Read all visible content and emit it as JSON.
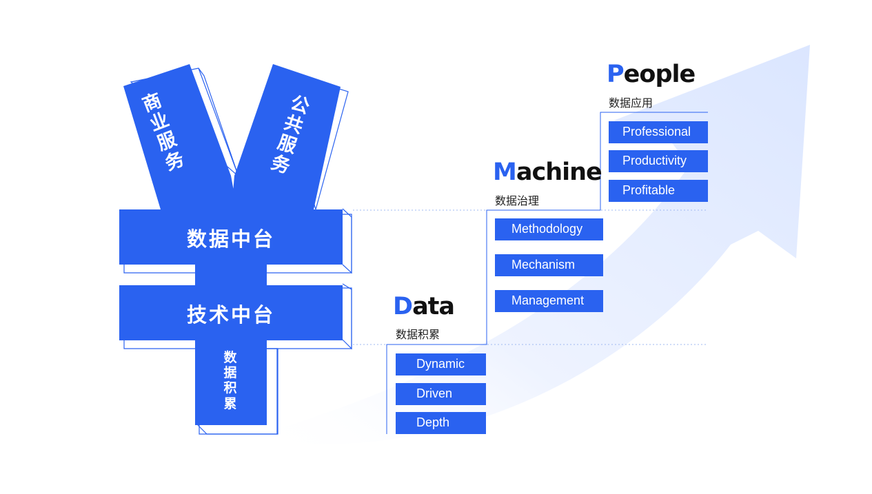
{
  "colors": {
    "accent": "#2a62f0",
    "arrow": "#e8efff",
    "text": "#111111"
  },
  "yen": {
    "left_arm": "商业服务",
    "right_arm": "公共服务",
    "bar_top": "数据中台",
    "bar_bottom": "技术中台",
    "stem": "数据积累"
  },
  "stages": [
    {
      "key": "data",
      "initial": "D",
      "rest": "ata",
      "subtitle": "数据积累",
      "items": [
        "Dynamic",
        "Driven",
        "Depth"
      ]
    },
    {
      "key": "machine",
      "initial": "M",
      "rest": "achine",
      "subtitle": "数据治理",
      "items": [
        "Methodology",
        "Mechanism",
        "Management"
      ]
    },
    {
      "key": "people",
      "initial": "P",
      "rest": "eople",
      "subtitle": "数据应用",
      "items": [
        "Professional",
        "Productivity",
        "Profitable"
      ]
    }
  ]
}
